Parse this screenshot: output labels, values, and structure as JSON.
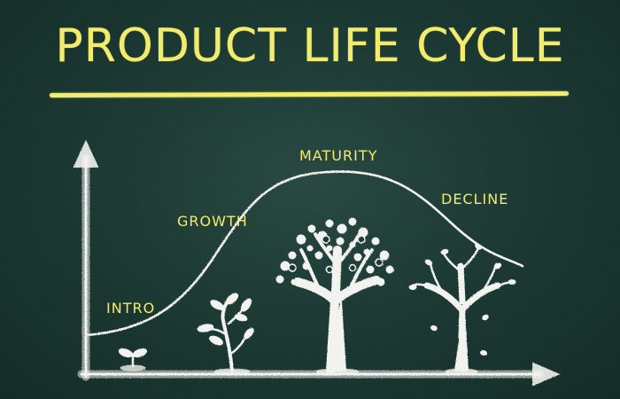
{
  "title": "PRODUCT LIFE CYCLE",
  "stages": {
    "intro": "INTRO",
    "growth": "GROWTH",
    "maturity": "MATURITY",
    "decline": "DECLINE"
  },
  "colors": {
    "board": "#1d3a35",
    "title": "#f3ec6a",
    "chalk": "#f2f2ee"
  },
  "icons": [
    "sprout-icon",
    "sapling-icon",
    "fruit-tree-icon",
    "bare-tree-icon"
  ]
}
